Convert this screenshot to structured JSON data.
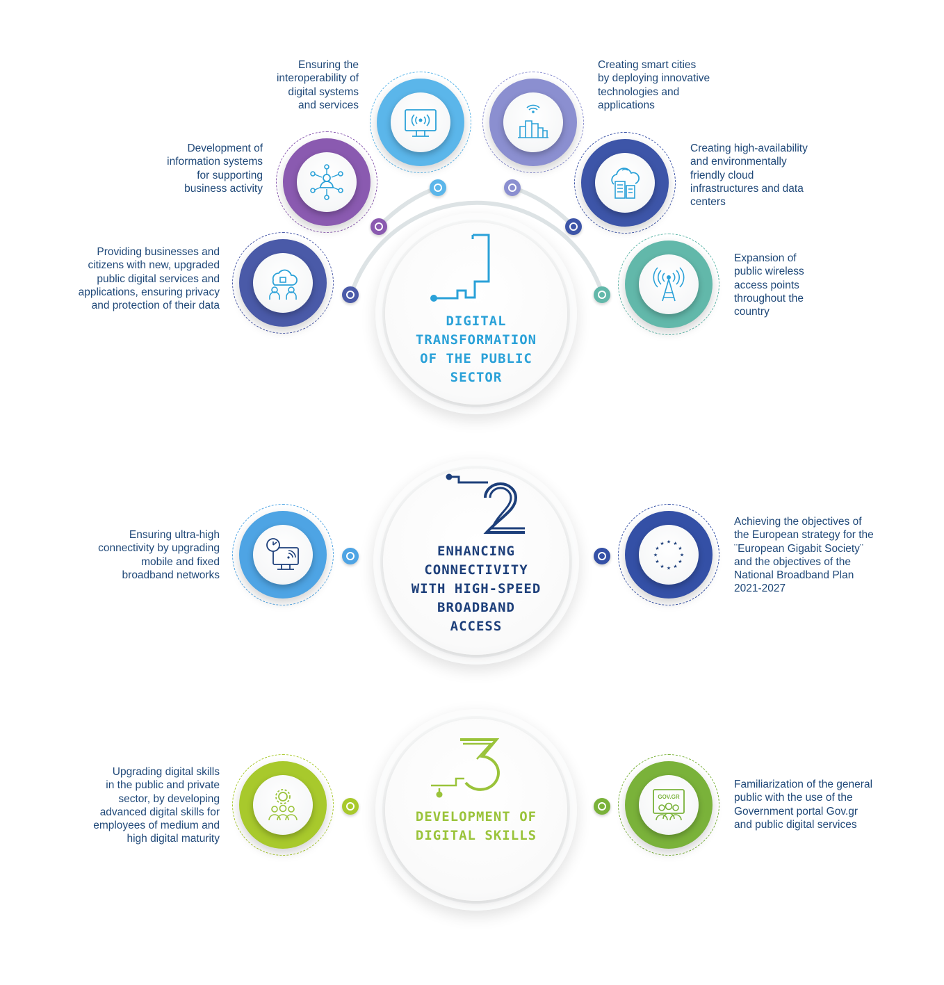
{
  "colors": {
    "navy": "#1f4878",
    "pillar1_title": "#2aa1d8",
    "pillar2_title": "#1d3f7a",
    "pillar3_title": "#9ac33a",
    "arc": "#dde3e5"
  },
  "pillars": [
    {
      "number": "1",
      "title": "DIGITAL\nTRANSFORMATION\nOF THE PUBLIC\nSECTOR",
      "items": [
        {
          "text": "Providing businesses and\ncitizens with new, upgraded\npublic digital services and\napplications, ensuring privacy\nand protection of their data",
          "icon": "cloud-people-icon",
          "color": "#4a5aa8"
        },
        {
          "text": "Development of\ninformation systems\nfor supporting\nbusiness activity",
          "icon": "network-person-icon",
          "color": "#8a5ab0"
        },
        {
          "text": "Ensuring the\ninteroperability of\ndigital systems\nand services",
          "icon": "monitor-signal-icon",
          "color": "#5bb6ea"
        },
        {
          "text": "Creating smart cities\nby deploying innovative\ntechnologies and\napplications",
          "icon": "smart-city-icon",
          "color": "#8b8fd0"
        },
        {
          "text": "Creating high-availability\nand environmentally\nfriendly cloud\ninfrastructures and data\ncenters",
          "icon": "cloud-datacenter-icon",
          "color": "#3d55a8"
        },
        {
          "text": "Expansion of\npublic wireless\naccess points\nthroughout the\ncountry",
          "icon": "antenna-icon",
          "color": "#62b8aa"
        }
      ]
    },
    {
      "number": "2",
      "title": "ENHANCING\nCONNECTIVITY\nWITH HIGH-SPEED\nBROADBAND\nACCESS",
      "items": [
        {
          "text": "Ensuring ultra-high\nconnectivity by upgrading\nmobile and fixed\nbroadband networks",
          "icon": "broadband-monitor-icon",
          "color": "#4ea4e4"
        },
        {
          "text": "Achieving the objectives of\nthe European strategy for the\n¨European Gigabit Society¨\nand the objectives of the\nNational Broadband Plan\n2021-2027",
          "icon": "eu-stars-icon",
          "color": "#3450a6"
        }
      ]
    },
    {
      "number": "3",
      "title": "DEVELOPMENT OF\nDIGITAL SKILLS",
      "items": [
        {
          "text": "Upgrading digital skills\nin the public and private\nsector, by developing\nadvanced digital skills for\nemployees of medium and\nhigh digital maturity",
          "icon": "gear-people-icon",
          "color": "#a8c92c"
        },
        {
          "text": "Familiarization of the general\npublic with the use of the\nGovernment portal Gov.gr\nand public digital services",
          "icon": "govgr-portal-icon",
          "color": "#7ab23a"
        }
      ]
    }
  ],
  "govgr_badge": "GOV.GR"
}
